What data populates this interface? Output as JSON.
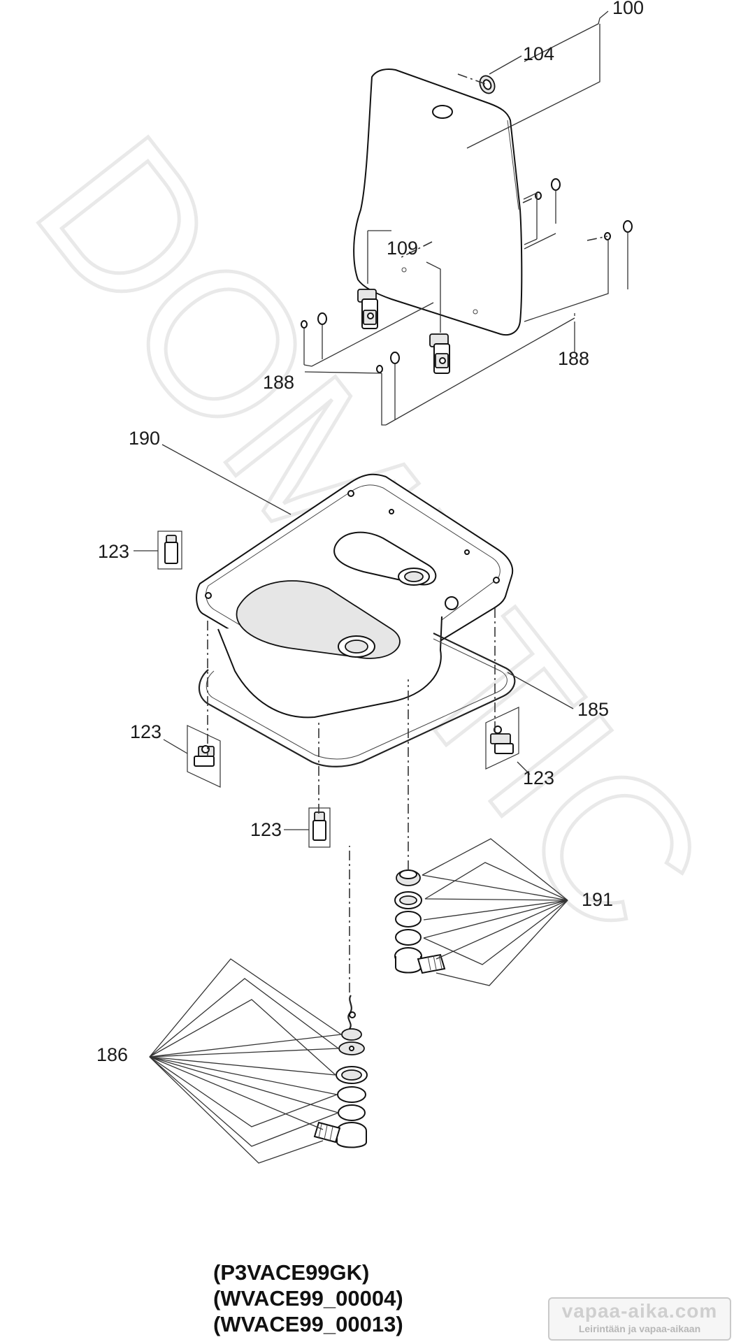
{
  "watermark": "DOMETIC",
  "labels": {
    "l100": "100",
    "l104": "104",
    "l109": "109",
    "l188_left": "188",
    "l188_right": "188",
    "l190": "190",
    "l123_a": "123",
    "l123_b": "123",
    "l123_c": "123",
    "l123_d": "123",
    "l185": "185",
    "l191": "191",
    "l186": "186"
  },
  "codes": [
    "(P3VACE99GK)",
    "(WVACE99_00004)",
    "(WVACE99_00013)"
  ],
  "site": {
    "name": "vapaa-aika.com",
    "tagline": "Leirintään ja vapaa-aikaan"
  }
}
